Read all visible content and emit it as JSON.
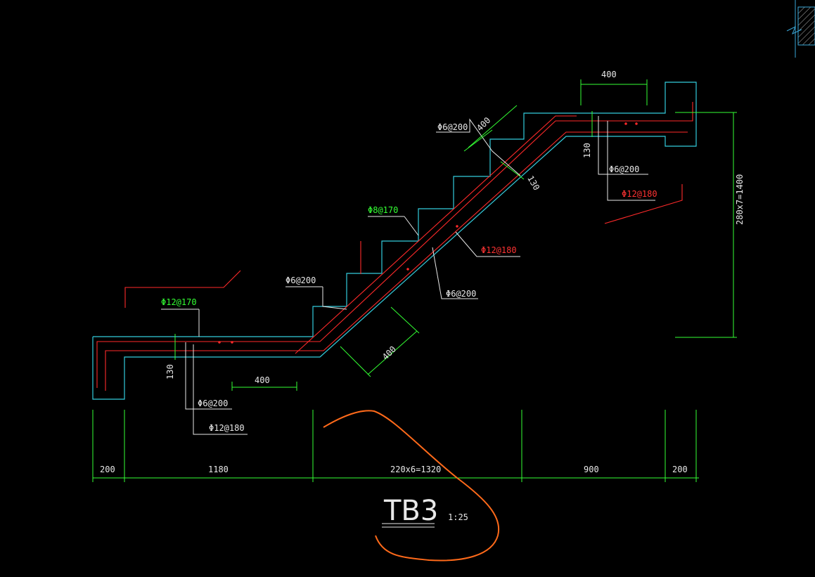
{
  "drawing": {
    "title": "TB3",
    "scale": "1:25"
  },
  "rebar_labels": {
    "top_left_stirrup": "Φ6@200",
    "top_left_dim": "400",
    "mid_left_bar": "Φ8@170",
    "mid_stirrup": "Φ6@200",
    "left_bar": "Φ12@170",
    "mid_right_bar": "Φ12@180",
    "mid_right_stirrup": "Φ6@200",
    "right_stirrup": "Φ6@200",
    "right_bar": "Φ12@180",
    "bottom_stirrup": "Φ6@200",
    "bottom_bar": "Φ12@180"
  },
  "dimensions": {
    "top_400": "400",
    "right_130": "130",
    "diag_130": "130",
    "left_130": "130",
    "bottom_400": "400",
    "diag_400": "400",
    "height_total": "280x7=1400",
    "seg_1": "200",
    "seg_2": "1180",
    "seg_3": "220x6=1320",
    "seg_4": "900",
    "seg_5": "200"
  },
  "colors": {
    "concrete_outline": "#33ccdd",
    "rebar": "#ff2a2a",
    "dimension": "#33ff33",
    "leader": "#e8e8e8",
    "markup": "#ff6a1a"
  }
}
